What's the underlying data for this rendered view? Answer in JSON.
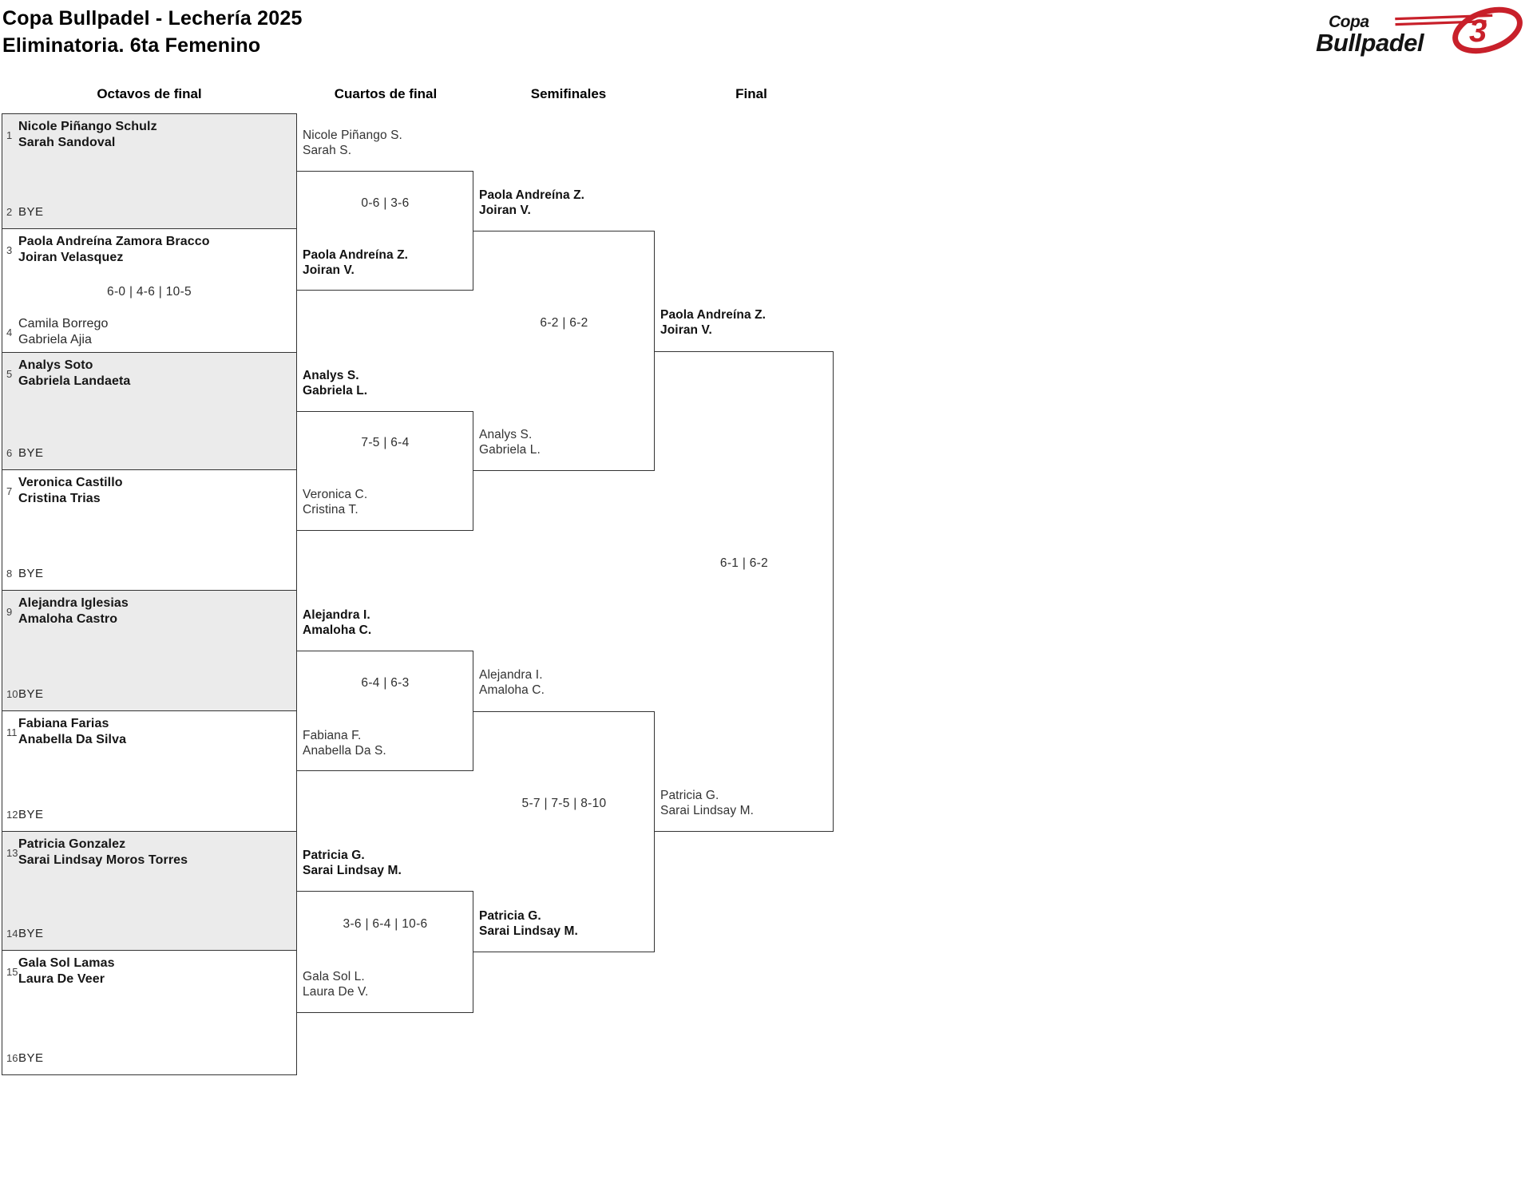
{
  "title": {
    "line1": "Copa Bullpadel - Lechería 2025",
    "line2": "Eliminatoria. 6ta Femenino"
  },
  "logo": {
    "word_top": "Copa",
    "word_bottom": "Bullpadel",
    "mark": "3",
    "red": "#c8202a",
    "black": "#131313"
  },
  "colors": {
    "shaded_block": "#ebebeb",
    "border": "#333333",
    "winner_text": "#111111",
    "regular_text": "#333333"
  },
  "round_headers": [
    "Octavos de final",
    "Cuartos de final",
    "Semifinales",
    "Final"
  ],
  "octavos": {
    "matches": [
      {
        "score": "",
        "top": {
          "seed": "1",
          "line1": "Nicole Piñango Schulz",
          "line2": "Sarah Sandoval"
        },
        "bottom_bye": {
          "seed": "2",
          "text": "BYE"
        }
      },
      {
        "score": "6-0 | 4-6 | 10-5",
        "top": {
          "seed": "3",
          "line1": "Paola Andreína Zamora Bracco",
          "line2": "Joiran Velasquez"
        },
        "bottom_team": {
          "seed": "4",
          "line1": "Camila Borrego",
          "line2": "Gabriela Ajia"
        }
      },
      {
        "score": "",
        "top": {
          "seed": "5",
          "line1": "Analys Soto",
          "line2": "Gabriela Landaeta"
        },
        "bottom_bye": {
          "seed": "6",
          "text": "BYE"
        }
      },
      {
        "score": "",
        "top": {
          "seed": "7",
          "line1": "Veronica Castillo",
          "line2": "Cristina Trias"
        },
        "bottom_bye": {
          "seed": "8",
          "text": "BYE"
        }
      },
      {
        "score": "",
        "top": {
          "seed": "9",
          "line1": "Alejandra Iglesias",
          "line2": "Amaloha Castro"
        },
        "bottom_bye": {
          "seed": "10",
          "text": "BYE"
        }
      },
      {
        "score": "",
        "top": {
          "seed": "11",
          "line1": "Fabiana Farias",
          "line2": "Anabella Da Silva"
        },
        "bottom_bye": {
          "seed": "12",
          "text": "BYE"
        }
      },
      {
        "score": "",
        "top": {
          "seed": "13",
          "line1": "Patricia Gonzalez",
          "line2": "Sarai Lindsay Moros Torres"
        },
        "bottom_bye": {
          "seed": "14",
          "text": "BYE"
        }
      },
      {
        "score": "",
        "top": {
          "seed": "15",
          "line1": "Gala Sol Lamas",
          "line2": "Laura De Veer"
        },
        "bottom_bye": {
          "seed": "16",
          "text": "BYE"
        }
      }
    ]
  },
  "cuartos": {
    "matches": [
      {
        "score": "0-6 | 3-6",
        "top": {
          "line1": "Nicole Piñango S.",
          "line2": "Sarah S."
        },
        "bottom": {
          "line1": "Paola Andreína Z.",
          "line2": "Joiran V."
        }
      },
      {
        "score": "7-5 | 6-4",
        "top": {
          "line1": "Analys S.",
          "line2": "Gabriela L."
        },
        "bottom": {
          "line1": "Veronica C.",
          "line2": "Cristina T."
        }
      },
      {
        "score": "6-4 | 6-3",
        "top": {
          "line1": "Alejandra I.",
          "line2": "Amaloha C."
        },
        "bottom": {
          "line1": "Fabiana F.",
          "line2": "Anabella Da S."
        }
      },
      {
        "score": "3-6 | 6-4 | 10-6",
        "top": {
          "line1": "Patricia G.",
          "line2": "Sarai Lindsay M."
        },
        "bottom": {
          "line1": "Gala Sol L.",
          "line2": "Laura De V."
        }
      }
    ]
  },
  "semifinales": {
    "matches": [
      {
        "score": "6-2 | 6-2",
        "top": {
          "line1": "Paola Andreína Z.",
          "line2": "Joiran V."
        },
        "bottom": {
          "line1": "Analys S.",
          "line2": "Gabriela L."
        }
      },
      {
        "score": "5-7 | 7-5 | 8-10",
        "top": {
          "line1": "Alejandra I.",
          "line2": "Amaloha C."
        },
        "bottom": {
          "line1": "Patricia G.",
          "line2": "Sarai Lindsay M."
        }
      }
    ]
  },
  "final": {
    "match": {
      "score": "6-1 | 6-2",
      "top": {
        "line1": "Paola Andreína Z.",
        "line2": "Joiran V."
      },
      "bottom": {
        "line1": "Patricia G.",
        "line2": "Sarai Lindsay M."
      }
    }
  }
}
